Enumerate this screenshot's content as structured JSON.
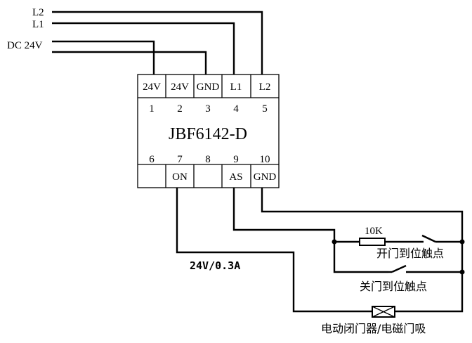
{
  "diagram": {
    "inputs": {
      "l2": "L2",
      "l1": "L1",
      "dc24v": "DC 24V"
    },
    "module": {
      "model": "JBF6142-D",
      "top_terminals": [
        {
          "number": "1",
          "label": "24V"
        },
        {
          "number": "2",
          "label": "24V"
        },
        {
          "number": "3",
          "label": "GND"
        },
        {
          "number": "4",
          "label": "L1"
        },
        {
          "number": "5",
          "label": "L2"
        }
      ],
      "bottom_terminals": [
        {
          "number": "6",
          "label": ""
        },
        {
          "number": "7",
          "label": "ON"
        },
        {
          "number": "8",
          "label": ""
        },
        {
          "number": "9",
          "label": "AS"
        },
        {
          "number": "10",
          "label": "GND"
        }
      ]
    },
    "resistor_label": "10K",
    "open_contact_label": "开门到位触点",
    "close_contact_label": "关门到位触点",
    "output_rating": "24V/0.3A",
    "load_label": "电动闭门器/电磁门吸"
  }
}
